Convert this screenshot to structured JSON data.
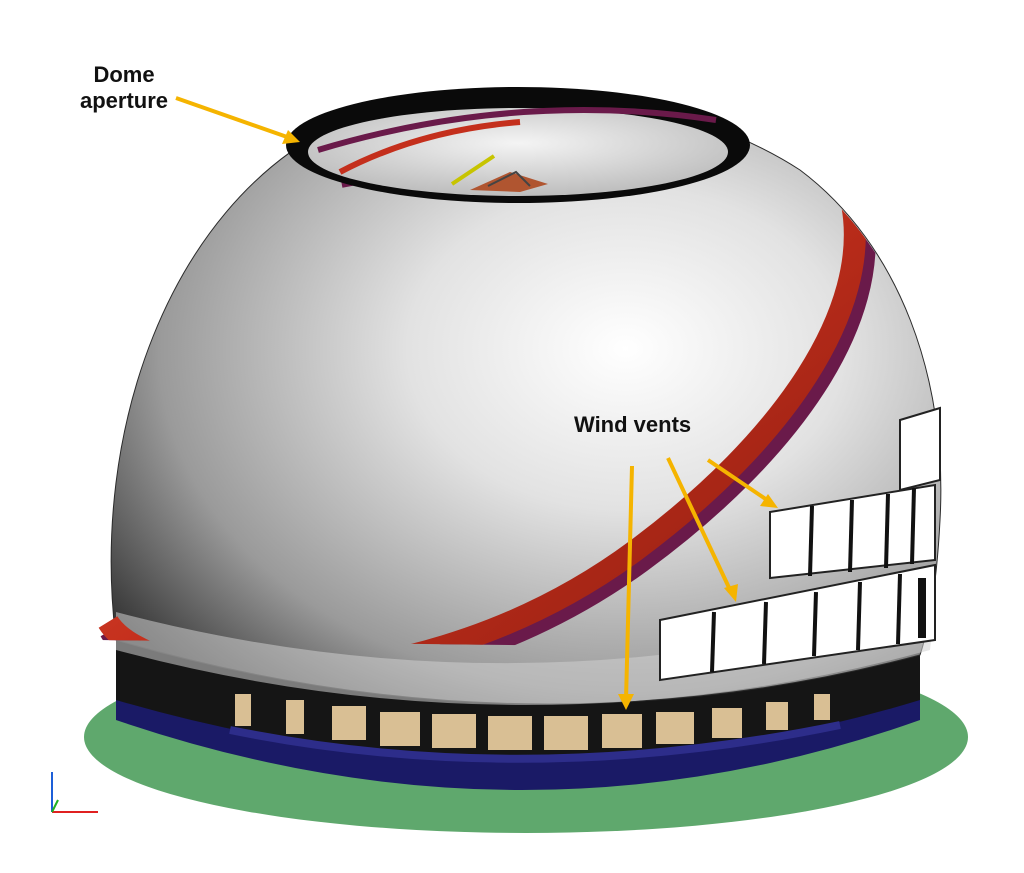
{
  "annotations": {
    "dome_aperture_line1": "Dome",
    "dome_aperture_line2": "aperture",
    "wind_vents": "Wind vents"
  },
  "colors": {
    "arrow": "#f5b400",
    "dome_shell": "#c8c8c8",
    "rail": "#d8412c",
    "base_ground": "#5fa86d",
    "base_ring": "#1a1a66",
    "vent_panel": "#ffffff",
    "lower_window": "#d9bf94",
    "axis_x": "#e02020",
    "axis_y": "#1d5fd8",
    "axis_z": "#20b020"
  },
  "icons": {
    "axis_triad": "xyz-axis-icon"
  }
}
